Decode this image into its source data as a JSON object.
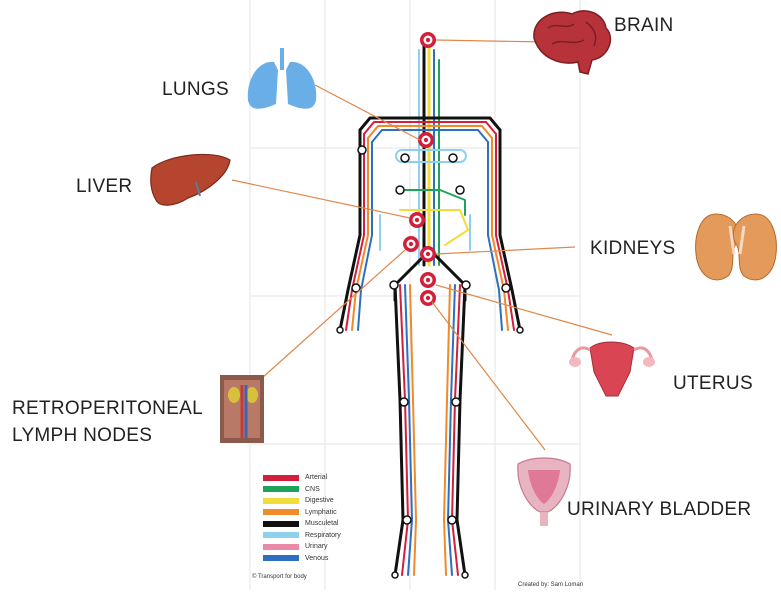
{
  "labels": {
    "brain": "BRAIN",
    "lungs": "LUNGS",
    "liver": "LIVER",
    "kidneys": "KIDNEYS",
    "uterus": "UTERUS",
    "retro_line1": "RETROPERITONEAL",
    "retro_line2": "LYMPH NODES",
    "bladder": "URINARY BLADDER"
  },
  "legend": [
    {
      "label": "Arterial",
      "color": "#d21f3c"
    },
    {
      "label": "CNS",
      "color": "#1fa35a"
    },
    {
      "label": "Digestive",
      "color": "#f2dc3a"
    },
    {
      "label": "Lymphatic",
      "color": "#f08a2a"
    },
    {
      "label": "Musculetal",
      "color": "#111111"
    },
    {
      "label": "Respiratory",
      "color": "#8fd0ee"
    },
    {
      "label": "Urinary",
      "color": "#e88aa8"
    },
    {
      "label": "Venous",
      "color": "#2f6fc0"
    }
  ],
  "credits": {
    "left": "© Transport for body",
    "right": "Created by: Sam Loman"
  }
}
